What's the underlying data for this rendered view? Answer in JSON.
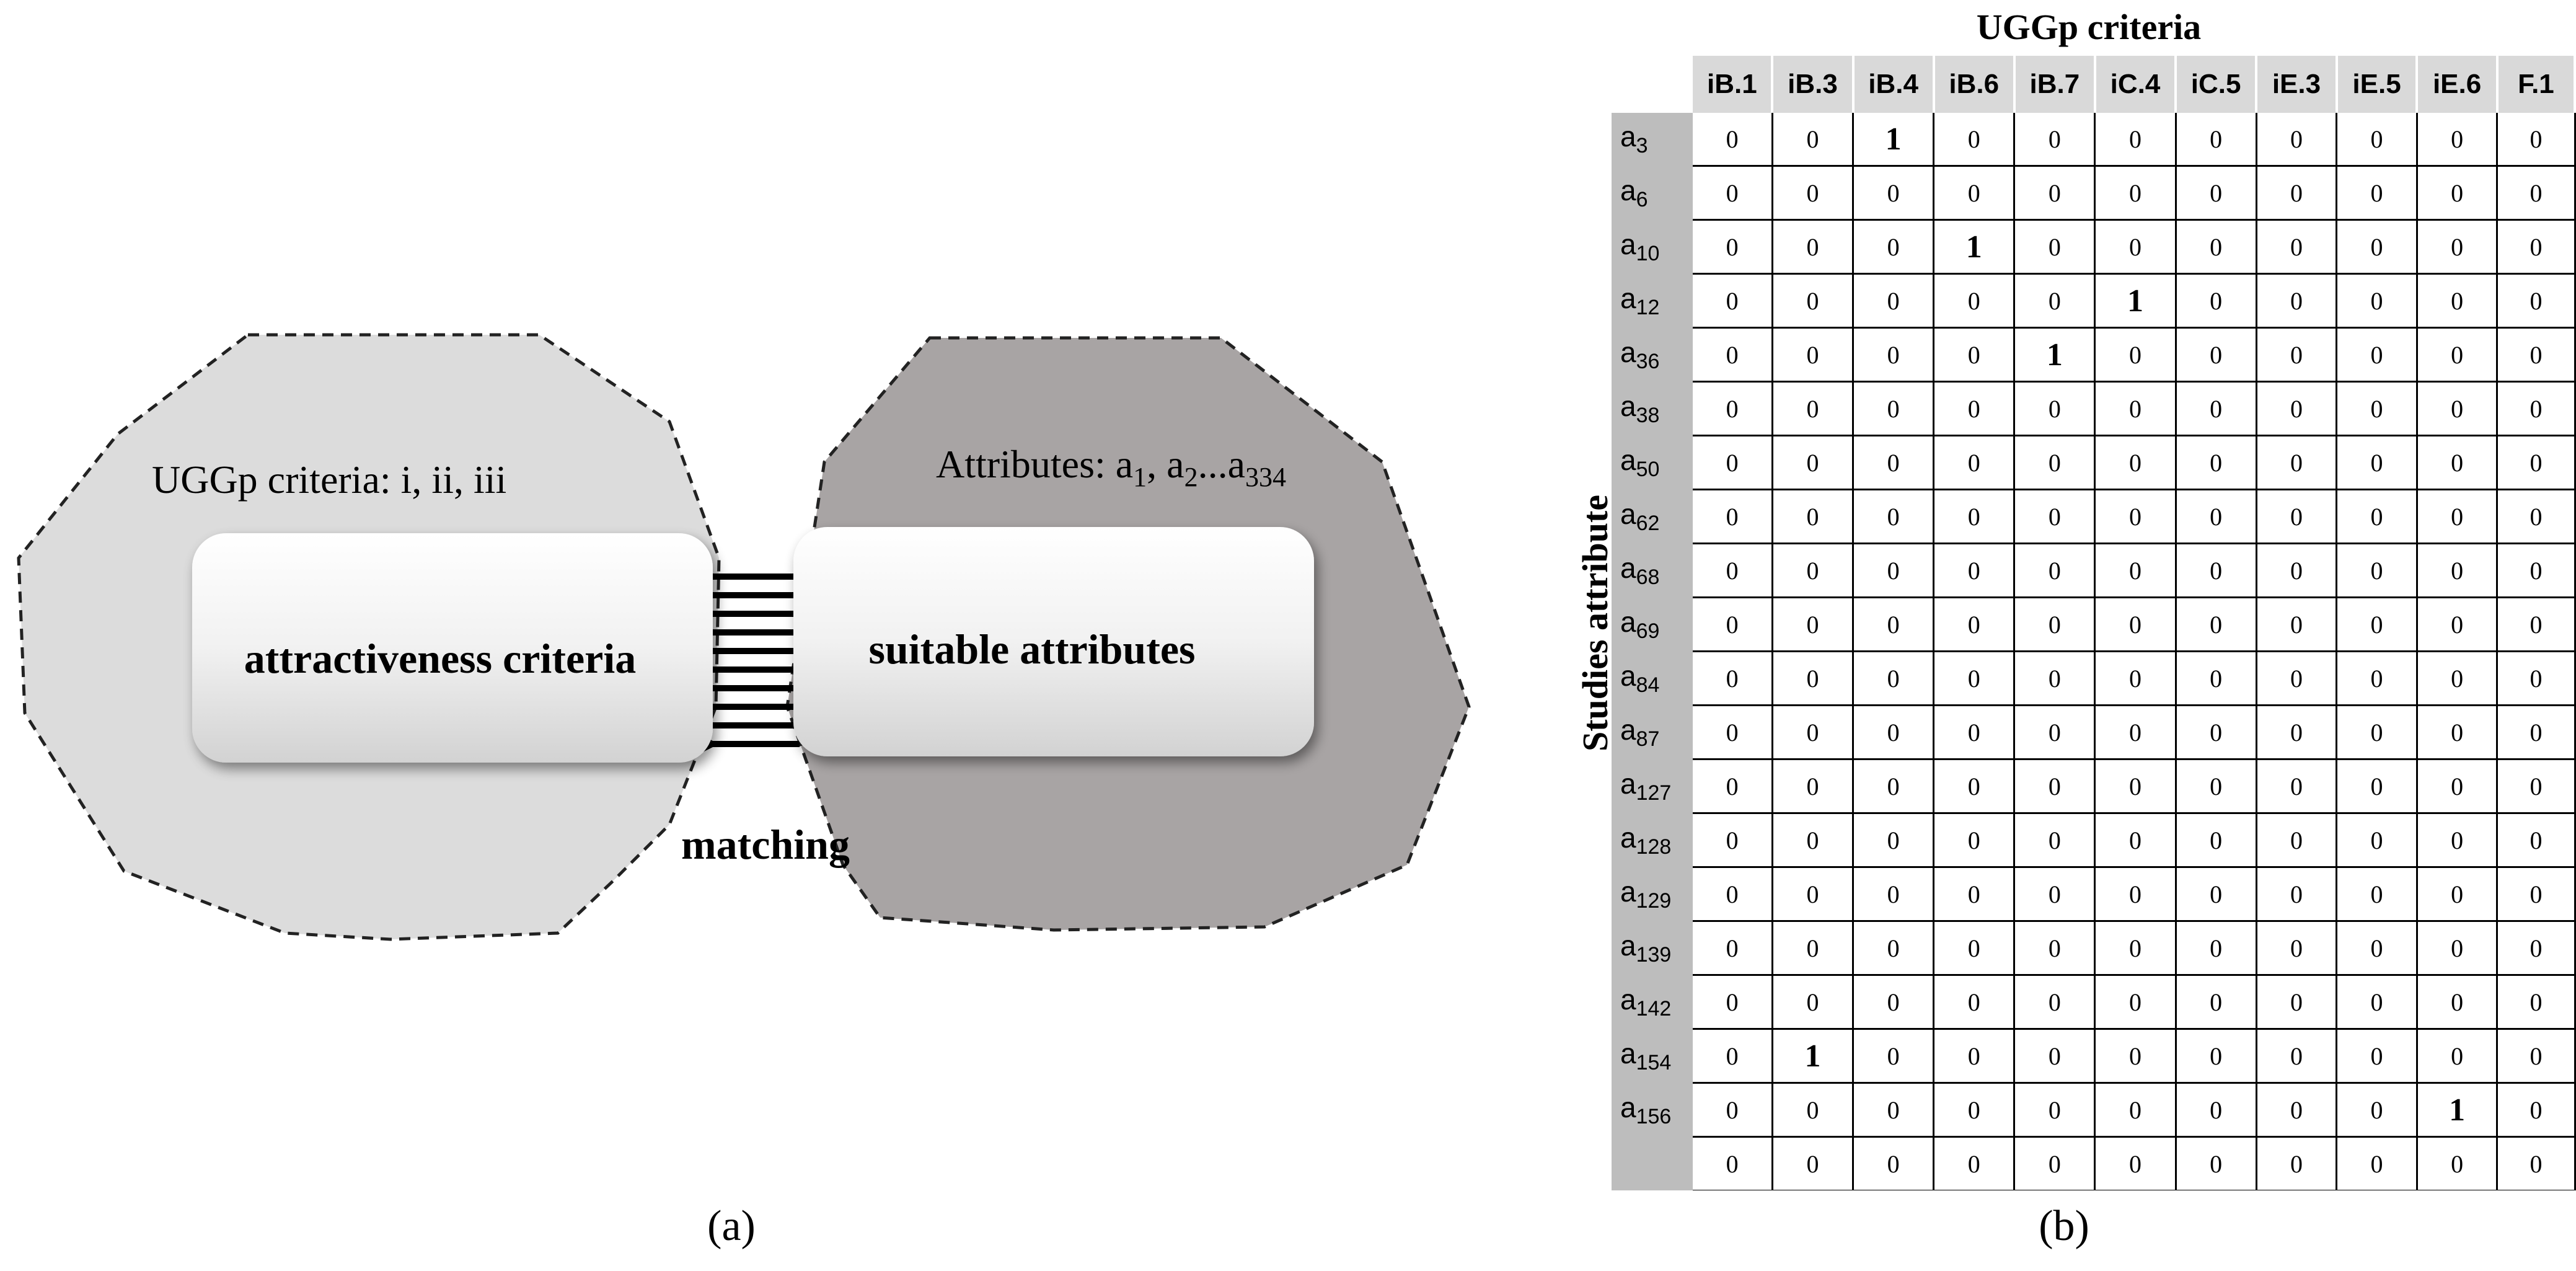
{
  "panel_a": {
    "left_region_label": "UGGp criteria: i, ii, iii",
    "right_region_label_prefix": "Attributes: a",
    "right_region_label_parts": [
      {
        "base": "a",
        "sub": "1"
      },
      {
        "base": "a",
        "sub": "2"
      },
      {
        "base": "a",
        "sub": "334"
      }
    ],
    "left_box_label": "attractiveness criteria",
    "right_box_label": "suitable attributes",
    "arrow_label": "matching",
    "panel_caption": "(a)",
    "colors": {
      "left_region": "#dcdcdc",
      "right_region": "#a8a4a4",
      "box": "#eeeeee"
    }
  },
  "panel_b": {
    "title": "UGGp criteria",
    "row_axis_label": "Studies attribute",
    "panel_caption": "(b)",
    "columns": [
      "iB.1",
      "iB.3",
      "iB.4",
      "iB.6",
      "iB.7",
      "iC.4",
      "iC.5",
      "iE.3",
      "iE.5",
      "iE.6",
      "F.1"
    ],
    "rows": [
      {
        "label": "a",
        "sub": "3",
        "values": [
          0,
          0,
          1,
          0,
          0,
          0,
          0,
          0,
          0,
          0,
          0
        ]
      },
      {
        "label": "a",
        "sub": "6",
        "values": [
          0,
          0,
          0,
          0,
          0,
          0,
          0,
          0,
          0,
          0,
          0
        ]
      },
      {
        "label": "a",
        "sub": "10",
        "values": [
          0,
          0,
          0,
          1,
          0,
          0,
          0,
          0,
          0,
          0,
          0
        ]
      },
      {
        "label": "a",
        "sub": "12",
        "values": [
          0,
          0,
          0,
          0,
          0,
          1,
          0,
          0,
          0,
          0,
          0
        ]
      },
      {
        "label": "a",
        "sub": "36",
        "values": [
          0,
          0,
          0,
          0,
          1,
          0,
          0,
          0,
          0,
          0,
          0
        ]
      },
      {
        "label": "a",
        "sub": "38",
        "values": [
          0,
          0,
          0,
          0,
          0,
          0,
          0,
          0,
          0,
          0,
          0
        ]
      },
      {
        "label": "a",
        "sub": "50",
        "values": [
          0,
          0,
          0,
          0,
          0,
          0,
          0,
          0,
          0,
          0,
          0
        ]
      },
      {
        "label": "a",
        "sub": "62",
        "values": [
          0,
          0,
          0,
          0,
          0,
          0,
          0,
          0,
          0,
          0,
          0
        ]
      },
      {
        "label": "a",
        "sub": "68",
        "values": [
          0,
          0,
          0,
          0,
          0,
          0,
          0,
          0,
          0,
          0,
          0
        ]
      },
      {
        "label": "a",
        "sub": "69",
        "values": [
          0,
          0,
          0,
          0,
          0,
          0,
          0,
          0,
          0,
          0,
          0
        ]
      },
      {
        "label": "a",
        "sub": "84",
        "values": [
          0,
          0,
          0,
          0,
          0,
          0,
          0,
          0,
          0,
          0,
          0
        ]
      },
      {
        "label": "a",
        "sub": "87",
        "values": [
          0,
          0,
          0,
          0,
          0,
          0,
          0,
          0,
          0,
          0,
          0
        ]
      },
      {
        "label": "a",
        "sub": "127",
        "values": [
          0,
          0,
          0,
          0,
          0,
          0,
          0,
          0,
          0,
          0,
          0
        ]
      },
      {
        "label": "a",
        "sub": "128",
        "values": [
          0,
          0,
          0,
          0,
          0,
          0,
          0,
          0,
          0,
          0,
          0
        ]
      },
      {
        "label": "a",
        "sub": "129",
        "values": [
          0,
          0,
          0,
          0,
          0,
          0,
          0,
          0,
          0,
          0,
          0
        ]
      },
      {
        "label": "a",
        "sub": "139",
        "values": [
          0,
          0,
          0,
          0,
          0,
          0,
          0,
          0,
          0,
          0,
          0
        ]
      },
      {
        "label": "a",
        "sub": "142",
        "values": [
          0,
          0,
          0,
          0,
          0,
          0,
          0,
          0,
          0,
          0,
          0
        ]
      },
      {
        "label": "a",
        "sub": "154",
        "values": [
          0,
          1,
          0,
          0,
          0,
          0,
          0,
          0,
          0,
          0,
          0
        ]
      },
      {
        "label": "a",
        "sub": "156",
        "values": [
          0,
          0,
          0,
          0,
          0,
          0,
          0,
          0,
          0,
          1,
          0
        ]
      },
      {
        "label": "",
        "sub": "",
        "values": [
          0,
          0,
          0,
          0,
          0,
          0,
          0,
          0,
          0,
          0,
          0
        ]
      }
    ]
  }
}
